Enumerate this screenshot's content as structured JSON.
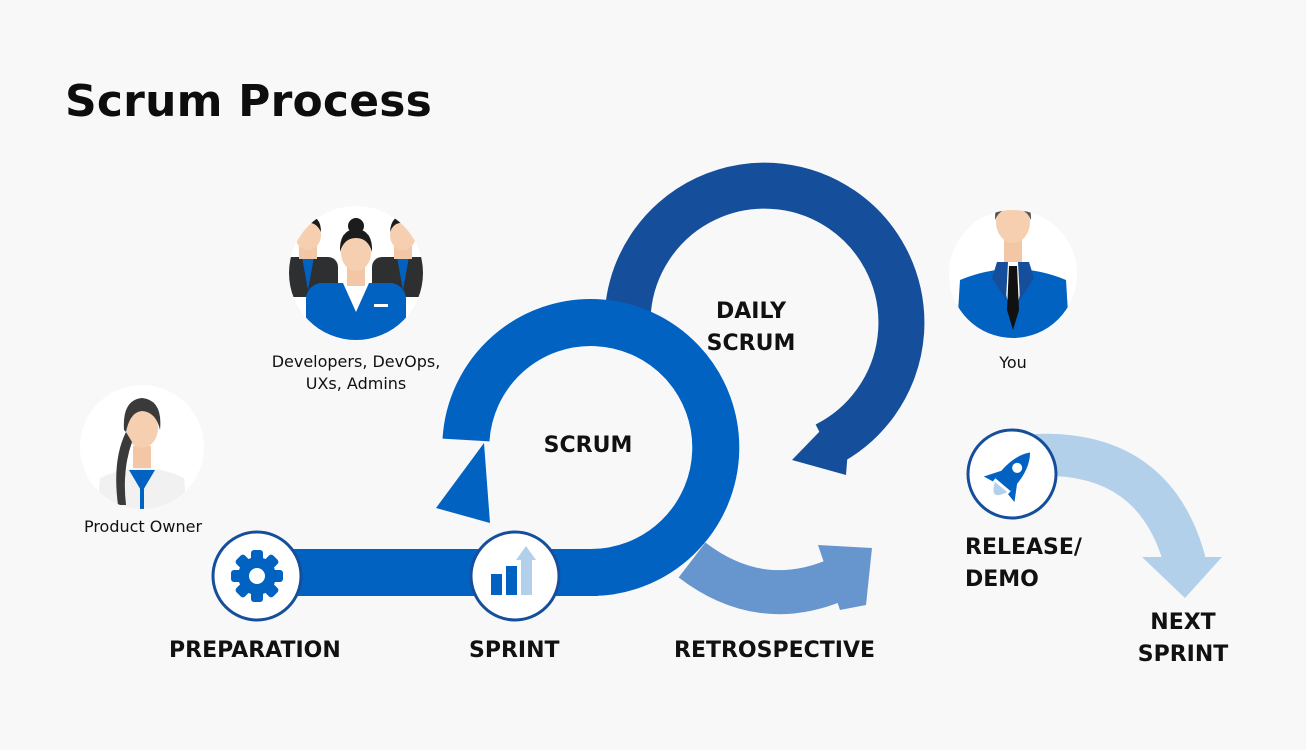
{
  "title": "Scrum Process",
  "roles": {
    "team": "Developers, DevOps, UXs, Admins",
    "product_owner": "Product Owner",
    "you": "You"
  },
  "loops": {
    "daily_scrum": [
      "DAILY",
      "SCRUM"
    ],
    "scrum": "SCRUM"
  },
  "stages": {
    "preparation": "PREPARATION",
    "sprint": "SPRINT",
    "retrospective": "RETROSPECTIVE",
    "release": [
      "RELEASE/",
      "DEMO"
    ],
    "next_sprint": [
      "NEXT",
      "SPRINT"
    ]
  },
  "icons": {
    "preparation": "gear-icon",
    "sprint": "bar-chart-icon",
    "release": "rocket-icon"
  },
  "colors": {
    "scrum_blue": "#0262c2",
    "daily_scrum_blue": "#154f9b",
    "retrospective_blue": "#6796cf",
    "next_sprint_blue": "#b3d0eb",
    "background": "#f8f8f8"
  }
}
